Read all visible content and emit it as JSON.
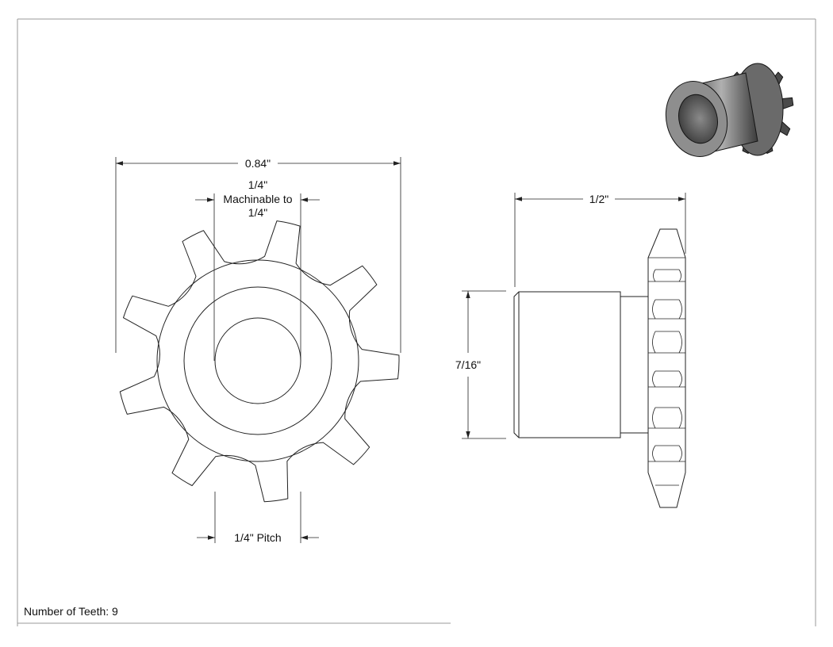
{
  "dimensions": {
    "overall_diameter": "0.84\"",
    "bore_line1": "1/4\"",
    "bore_line2": "Machinable to",
    "bore_line3": "1/4\"",
    "pitch": "1/4\" Pitch",
    "length": "1/2\"",
    "hub_diameter": "7/16\""
  },
  "footer": {
    "teeth_label": "Number of Teeth: 9"
  },
  "sprocket": {
    "teeth": 9,
    "view_icon": "isometric-sprocket-icon"
  },
  "colors": {
    "line": "#222222",
    "frame": "#9a9a9a",
    "render_dark": "#4a4a4a",
    "render_light": "#9e9e9e"
  }
}
